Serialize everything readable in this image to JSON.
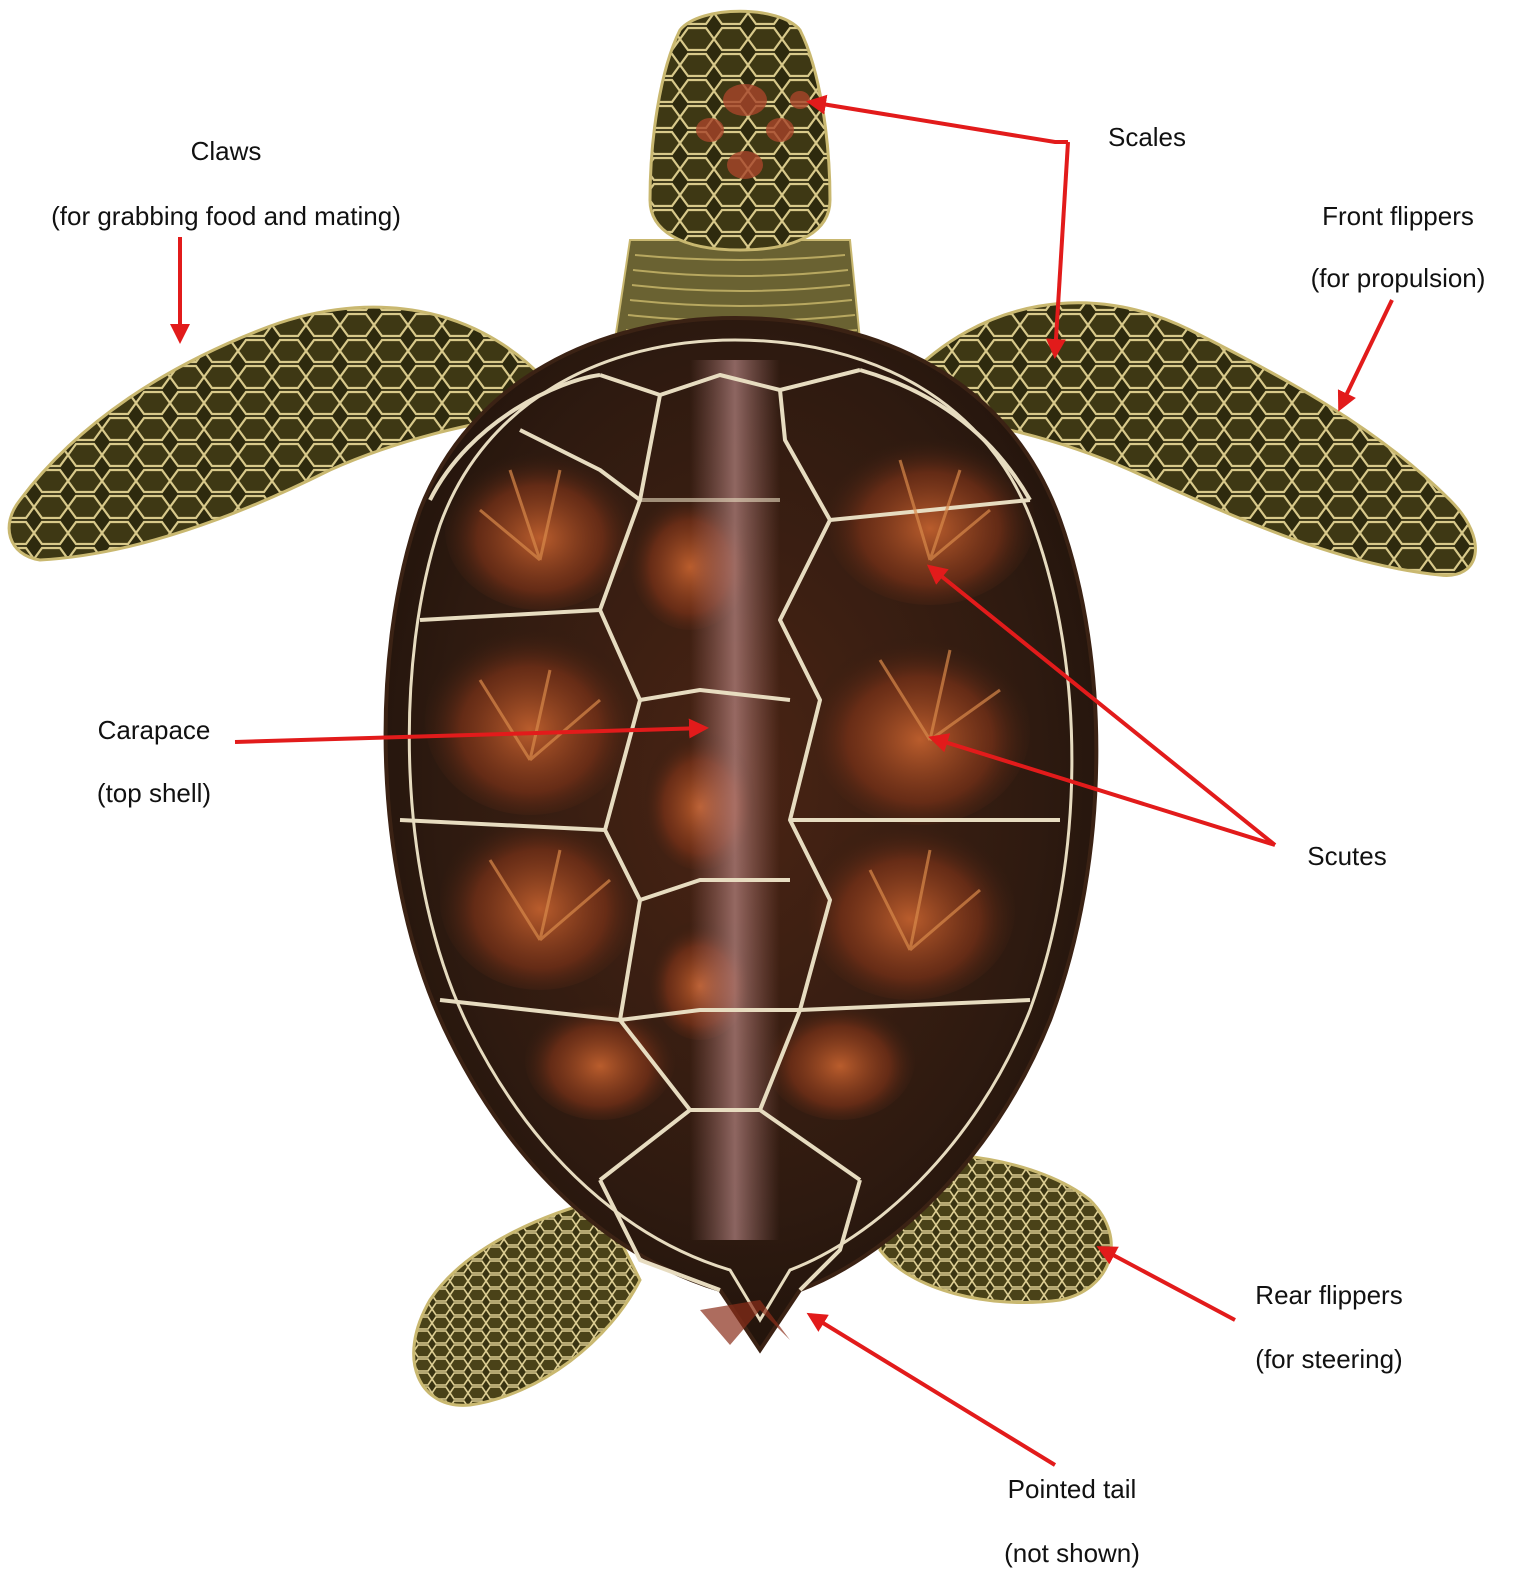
{
  "colors": {
    "arrow": "#e21b1b",
    "shell_dark": "#2b1a10",
    "shell_mid": "#5a2c18",
    "scute_glow": "#b5522a",
    "suture": "#e7dcc0",
    "skin": "#4a4418",
    "skin_light": "#c9b870",
    "background": "#ffffff"
  },
  "labels": {
    "claws": "Claws",
    "claws_note": "(for grabbing food and mating)",
    "scales": "Scales",
    "front_flippers": "Front flippers",
    "front_flippers_note": "(for propulsion)",
    "carapace": "Carapace",
    "carapace_note": "(top shell)",
    "scutes": "Scutes",
    "rear_flippers": "Rear flippers",
    "rear_flippers_note": "(for steering)",
    "pointed_tail": "Pointed tail",
    "pointed_tail_note": "(not shown)"
  }
}
